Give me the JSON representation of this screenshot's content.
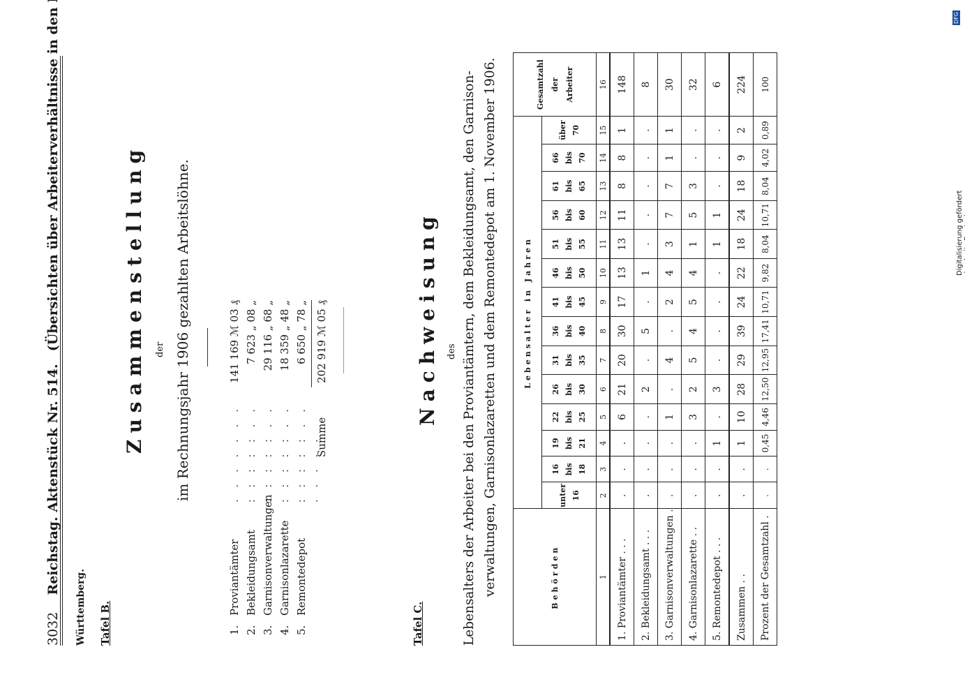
{
  "header": {
    "page_number": "3032",
    "title": "Reichstag. Aktenstück Nr. 514.",
    "subtitle": "(Übersichten über Arbeiterverhältnisse in den Reichs- ꝛc. Betrieben.)"
  },
  "state_label": "Württemberg.",
  "tafel_b": {
    "label": "Tafel B.",
    "heading": "Zusammenstellung",
    "der": "der",
    "caption": "im Rechnungsjahr 1906 gezahlten Arbeitslöhne.",
    "rows": [
      {
        "num": "1.",
        "name": "Proviantämter",
        "amount": "141 169 ℳ 03 ₰"
      },
      {
        "num": "2.",
        "name": "Bekleidungsamt",
        "amount": "7 623 „ 08 „"
      },
      {
        "num": "3.",
        "name": "Garnisonverwaltungen",
        "amount": "29 116 „ 68 „"
      },
      {
        "num": "4.",
        "name": "Garnisonlazarette",
        "amount": "18 359 „ 48 „"
      },
      {
        "num": "5.",
        "name": "Remontedepot",
        "amount": "6 650 „ 78 „"
      }
    ],
    "sum_label": "Summe",
    "sum_amount": "202 919 ℳ 05 ₰"
  },
  "tafel_c": {
    "label": "Tafel C.",
    "heading": "Nachweisung",
    "des": "des",
    "caption_line1": "Lebensalters der Arbeiter bei den Proviantämtern, dem Bekleidungsamt, den Garnison-",
    "caption_line2": "verwaltungen, Garnisonlazaretten und dem Remontedepot am 1. November 1906.",
    "col_behoerden": "Behörden",
    "col_lebensalter": "Lebensalter in Jahren",
    "col_gesamt": [
      "Gesamtzahl",
      "der",
      "Arbeiter"
    ],
    "age_groups": [
      [
        "unter",
        "16"
      ],
      [
        "16",
        "bis",
        "18"
      ],
      [
        "19",
        "bis",
        "21"
      ],
      [
        "22",
        "bis",
        "25"
      ],
      [
        "26",
        "bis",
        "30"
      ],
      [
        "31",
        "bis",
        "35"
      ],
      [
        "36",
        "bis",
        "40"
      ],
      [
        "41",
        "bis",
        "45"
      ],
      [
        "46",
        "bis",
        "50"
      ],
      [
        "51",
        "bis",
        "55"
      ],
      [
        "56",
        "bis",
        "60"
      ],
      [
        "61",
        "bis",
        "65"
      ],
      [
        "66",
        "bis",
        "70"
      ],
      [
        "über",
        "70"
      ]
    ],
    "col_numbers": [
      "1",
      "2",
      "3",
      "4",
      "5",
      "6",
      "7",
      "8",
      "9",
      "10",
      "11",
      "12",
      "13",
      "14",
      "15",
      "16"
    ],
    "rows": [
      {
        "label": "1. Proviantämter . . .",
        "values": [
          ".",
          ".",
          ".",
          "6",
          "21",
          "20",
          "30",
          "17",
          "13",
          "13",
          "11",
          "8",
          "8",
          "1",
          "148"
        ]
      },
      {
        "label": "2. Bekleidungsamt . . .",
        "values": [
          ".",
          ".",
          ".",
          ".",
          "2",
          ".",
          "5",
          ".",
          "1",
          ".",
          ".",
          ".",
          ".",
          ".",
          "8"
        ]
      },
      {
        "label": "3. Garnisonverwaltungen .",
        "values": [
          ".",
          ".",
          ".",
          "1",
          ".",
          "4",
          ".",
          "2",
          "4",
          "3",
          "7",
          "7",
          "1",
          "1",
          "30"
        ]
      },
      {
        "label": "4. Garnisonlazarette . .",
        "values": [
          ".",
          ".",
          ".",
          "3",
          "2",
          "5",
          "4",
          "5",
          "4",
          "1",
          "5",
          "3",
          ".",
          ".",
          "32"
        ]
      },
      {
        "label": "5. Remontedepot . . .",
        "values": [
          ".",
          ".",
          "1",
          ".",
          "3",
          ".",
          ".",
          ".",
          ".",
          "1",
          "1",
          ".",
          ".",
          ".",
          "6"
        ]
      }
    ],
    "total_row": {
      "label": "Zusammen . .",
      "values": [
        ".",
        ".",
        "1",
        "10",
        "28",
        "29",
        "39",
        "24",
        "22",
        "18",
        "24",
        "18",
        "9",
        "2",
        "224"
      ]
    },
    "percent_row": {
      "label": "Prozent der Gesamtzahl .",
      "values": [
        ".",
        ".",
        "0,45",
        "4,46",
        "12,50",
        "12,95",
        "17,41",
        "10,71",
        "9,82",
        "8,04",
        "10,71",
        "8,04",
        "4,02",
        "0,89",
        "100"
      ]
    }
  },
  "side_note": "Digitalisierung gefördert durch die Deutsche Forschungsgemeinschaft -",
  "dfg_logo": "DFG"
}
